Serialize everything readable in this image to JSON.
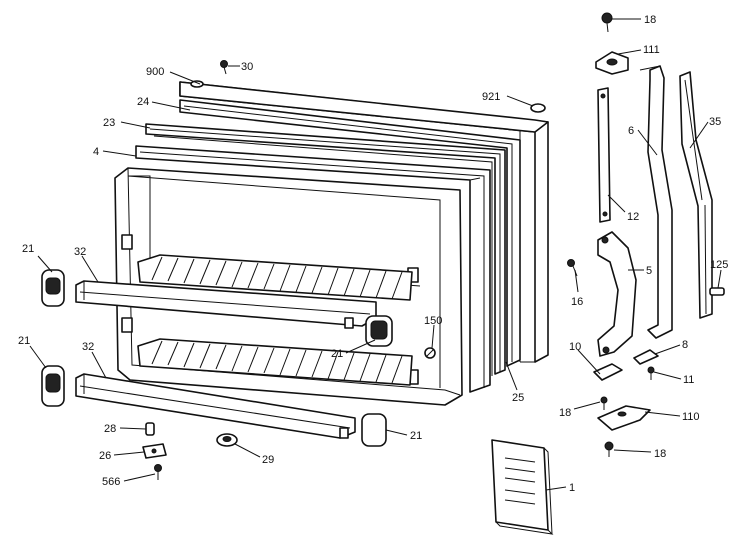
{
  "colors": {
    "ink": "#111111",
    "paper": "#ffffff"
  },
  "callouts": [
    {
      "id": "c18a",
      "label": "18"
    },
    {
      "id": "c111",
      "label": "111"
    },
    {
      "id": "c900",
      "label": "900"
    },
    {
      "id": "c30",
      "label": "30"
    },
    {
      "id": "c921",
      "label": "921"
    },
    {
      "id": "c35",
      "label": "35"
    },
    {
      "id": "c24",
      "label": "24"
    },
    {
      "id": "c6",
      "label": "6"
    },
    {
      "id": "c23",
      "label": "23"
    },
    {
      "id": "c4",
      "label": "4"
    },
    {
      "id": "c12",
      "label": "12"
    },
    {
      "id": "c21a",
      "label": "21"
    },
    {
      "id": "c32a",
      "label": "32"
    },
    {
      "id": "c5",
      "label": "5"
    },
    {
      "id": "c125",
      "label": "125"
    },
    {
      "id": "c16",
      "label": "16"
    },
    {
      "id": "c150",
      "label": "150"
    },
    {
      "id": "c21b",
      "label": "21"
    },
    {
      "id": "c21c",
      "label": "21"
    },
    {
      "id": "c32b",
      "label": "32"
    },
    {
      "id": "c10",
      "label": "10"
    },
    {
      "id": "c8",
      "label": "8"
    },
    {
      "id": "c11",
      "label": "11"
    },
    {
      "id": "c25",
      "label": "25"
    },
    {
      "id": "c18b",
      "label": "18"
    },
    {
      "id": "c110",
      "label": "110"
    },
    {
      "id": "c28",
      "label": "28"
    },
    {
      "id": "c21d",
      "label": "21"
    },
    {
      "id": "c26",
      "label": "26"
    },
    {
      "id": "c29",
      "label": "29"
    },
    {
      "id": "c18c",
      "label": "18"
    },
    {
      "id": "c566",
      "label": "566"
    },
    {
      "id": "c1",
      "label": "1"
    }
  ]
}
